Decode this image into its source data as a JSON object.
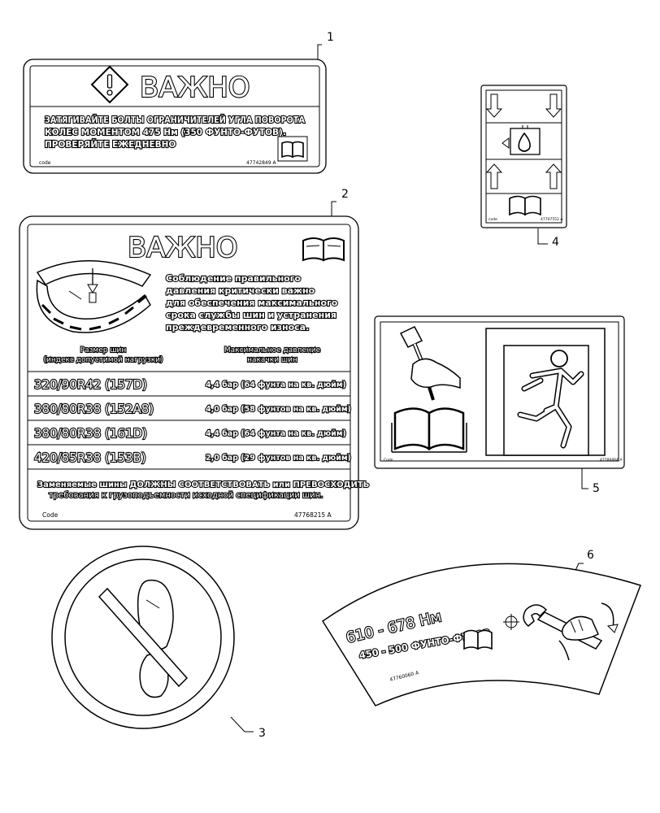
{
  "callouts": [
    "1",
    "2",
    "3",
    "4",
    "5",
    "6"
  ],
  "decal1": {
    "heading": "ВАЖНО",
    "lines": [
      "ЗАТЯГИВАЙТЕ БОЛТЫ ОГРАНИЧИТЕЛЕЙ УГЛА ПОВОРОТА",
      "КОЛЕС МОМЕНТОМ 475 Нм (350 ФУНТО-ФУТОВ).",
      "ПРОВЕРЯЙТЕ ЕЖЕДНЕВНО"
    ],
    "code": "code",
    "part": "47742849 A",
    "icons": [
      "warning-diamond-icon",
      "manual-book-icon"
    ]
  },
  "decal2": {
    "heading": "ВАЖНО",
    "intro": [
      "Соблюдение правильного",
      "давления критически важно",
      "для обеспечения максимального",
      "срока службы шин и устранения",
      "преждевременного износа."
    ],
    "col_size": [
      "Размер шин",
      "(индекс допустимой нагрузки)"
    ],
    "col_pressure": [
      "Максимальное давление",
      "накачки шин"
    ],
    "rows": [
      {
        "size": "320/90R42 (157D)",
        "pressure": "4,4 бар (64 фунта на кв. дюйм)"
      },
      {
        "size": "380/80R38 (152A8)",
        "pressure": "4,0 бар (58 фунтов на кв. дюйм)"
      },
      {
        "size": "380/80R38 (161D)",
        "pressure": "4,4 бар (64 фунта на кв. дюйм)"
      },
      {
        "size": "420/85R38 (153B)",
        "pressure": "2,0 бар (29 фунтов на кв. дюйм)"
      }
    ],
    "footer": [
      "Заменяемые шины ДОЛЖНЫ СООТВЕТСТВОВАТЬ или ПРЕВОСХОДИТЬ",
      "требования к грузоподъемности исходной спецификации шин."
    ],
    "code": "Code",
    "part": "47768215 A",
    "icons": [
      "tire-gauge-icon",
      "manual-book-icon"
    ]
  },
  "decal3": {
    "icons": [
      "no-step-icon"
    ]
  },
  "decal4": {
    "code": "code",
    "part": "47707552 A",
    "icons": [
      "arrow-down-icon",
      "arrow-up-icon",
      "oil-drop-icon",
      "manual-book-icon"
    ]
  },
  "decal5": {
    "code": "Code",
    "part": "47786884 A",
    "icons": [
      "hammer-hand-icon",
      "manual-book-icon",
      "emergency-exit-icon"
    ]
  },
  "decal6": {
    "torque_nm": "610 - 678 Нм",
    "torque_ft": "450 - 500 ФУНТО-ФУТОВ",
    "part": "47760060 A",
    "icons": [
      "target-icon",
      "wrench-hand-icon",
      "rotate-arrow-icon",
      "manual-book-icon"
    ]
  }
}
